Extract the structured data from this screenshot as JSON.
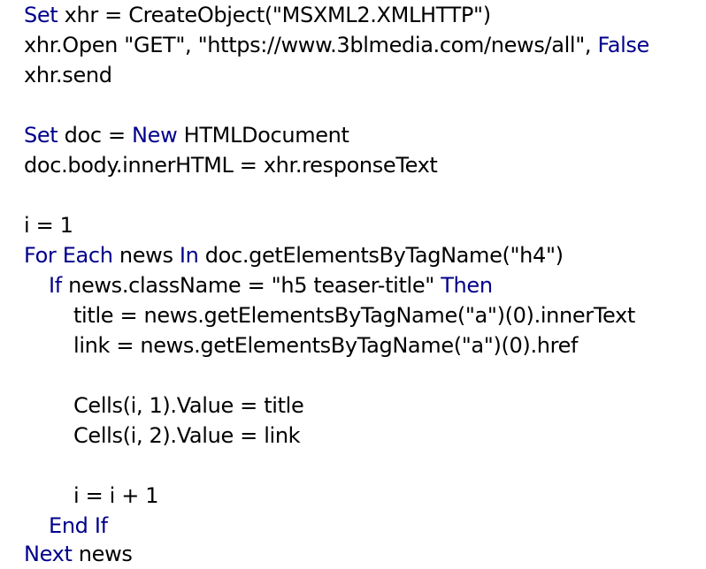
{
  "colors": {
    "background": "#ffffff",
    "plain_text": "#000000",
    "keyword": "#00008b"
  },
  "code": {
    "line1": {
      "kw1": "Set",
      "rest": " xhr = CreateObject(\"MSXML2.XMLHTTP\")"
    },
    "line2": {
      "rest": "xhr.Open \"GET\", \"https://www.3blmedia.com/news/all\", ",
      "kw1": "False"
    },
    "line3": {
      "rest": "xhr.send"
    },
    "line5": {
      "kw1": "Set",
      "mid": " doc = ",
      "kw2": "New",
      "rest": " HTMLDocument"
    },
    "line6": {
      "rest": "doc.body.innerHTML = xhr.responseText"
    },
    "line8": {
      "rest": "i = 1"
    },
    "line9": {
      "kw1": "For Each",
      "mid": " news ",
      "kw2": "In",
      "rest": " doc.getElementsByTagName(\"h4\")"
    },
    "line10": {
      "kw1": "If",
      "mid": " news.className = \"h5 teaser-title\" ",
      "kw2": "Then"
    },
    "line11": {
      "rest": "title = news.getElementsByTagName(\"a\")(0).innerText"
    },
    "line12": {
      "rest": "link = news.getElementsByTagName(\"a\")(0).href"
    },
    "line14": {
      "rest": "Cells(i, 1).Value = title"
    },
    "line15": {
      "rest": "Cells(i, 2).Value = link"
    },
    "line17": {
      "rest": "i = i + 1"
    },
    "line18": {
      "kw1": "End If"
    },
    "line19": {
      "kw1": "Next",
      "rest": " news"
    }
  }
}
